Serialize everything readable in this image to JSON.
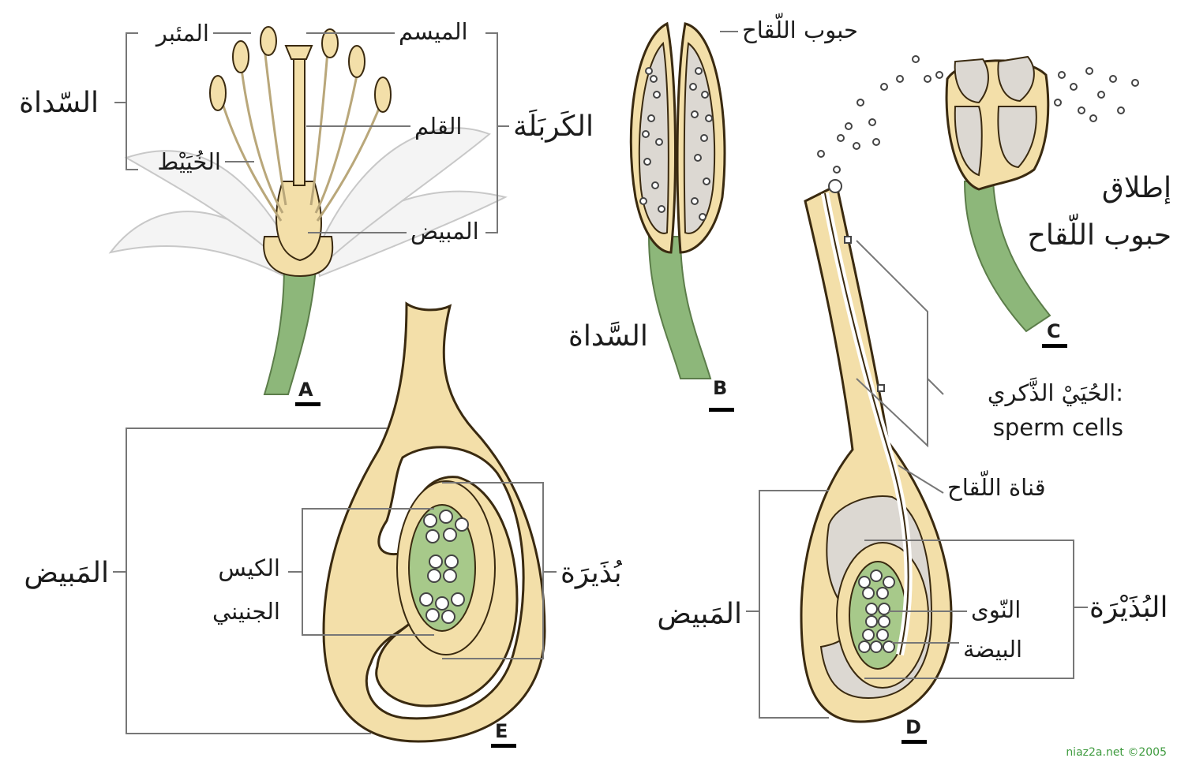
{
  "panel_A": {
    "letter": "A",
    "stamen": "السّداة",
    "anther": "المئبر",
    "filament": "الخُيَيْط",
    "stigma": "الميسم",
    "style": "القلم",
    "ovary": "المبيض",
    "carpel": "الكَربَلَة"
  },
  "panel_B": {
    "letter": "B",
    "pollen_grains": "حبوب اللّقاح",
    "stamen": "السَّداة"
  },
  "panel_C": {
    "letter": "C",
    "pollen_release_line1": "إطلاق",
    "pollen_release_line2": "حبوب اللّقاح"
  },
  "panel_D": {
    "letter": "D",
    "sperm_arabic": "الحُيَيْ الذَّكري:",
    "sperm_english": "sperm cells",
    "pollen_tube": "قناة اللّقاح",
    "nuclei": "النّوى",
    "egg": "البيضة",
    "ovule": "البُذَيْرَة",
    "ovary": "المَبيض"
  },
  "panel_E": {
    "letter": "E",
    "ovary": "المَبيض",
    "embryo_sac_line1": "الكيس",
    "embryo_sac_line2": "الجنيني",
    "ovule": "بُذَيرَة"
  },
  "credit": "niaz2a.net ©2005",
  "colors": {
    "tissue": "#f3dfa9",
    "stalk": "#8db77a",
    "embryo_sac": "#a7c98a",
    "pollen_interior": "#dcd8d2",
    "outline": "#3a2a10",
    "credit": "#3f9b3f"
  }
}
